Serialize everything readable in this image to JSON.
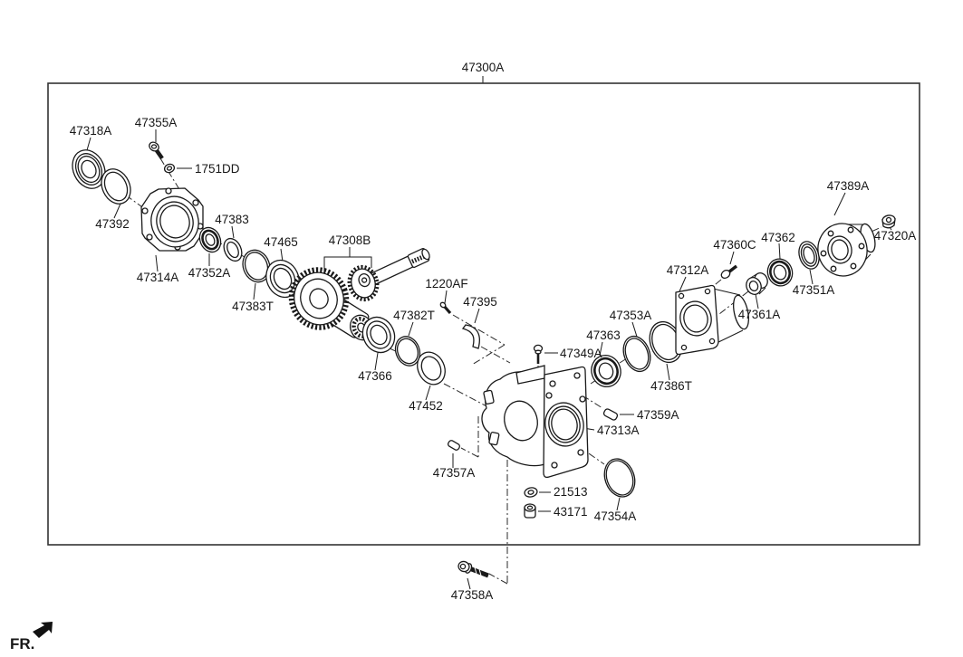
{
  "diagram": {
    "assembly_label": "47300A",
    "orientation_label": "FR.",
    "parts": [
      {
        "id": "47318A"
      },
      {
        "id": "47355A"
      },
      {
        "id": "1751DD"
      },
      {
        "id": "47392"
      },
      {
        "id": "47314A"
      },
      {
        "id": "47352A"
      },
      {
        "id": "47383"
      },
      {
        "id": "47383T"
      },
      {
        "id": "47465"
      },
      {
        "id": "47308B"
      },
      {
        "id": "47366"
      },
      {
        "id": "47382T"
      },
      {
        "id": "47452"
      },
      {
        "id": "1220AF"
      },
      {
        "id": "47395"
      },
      {
        "id": "47349A"
      },
      {
        "id": "47363"
      },
      {
        "id": "47353A"
      },
      {
        "id": "47386T"
      },
      {
        "id": "47313A"
      },
      {
        "id": "47359A"
      },
      {
        "id": "21513"
      },
      {
        "id": "43171"
      },
      {
        "id": "47354A"
      },
      {
        "id": "47357A"
      },
      {
        "id": "47358A"
      },
      {
        "id": "47312A"
      },
      {
        "id": "47360C"
      },
      {
        "id": "47361A"
      },
      {
        "id": "47362"
      },
      {
        "id": "47351A"
      },
      {
        "id": "47389A"
      },
      {
        "id": "47320A"
      }
    ]
  }
}
